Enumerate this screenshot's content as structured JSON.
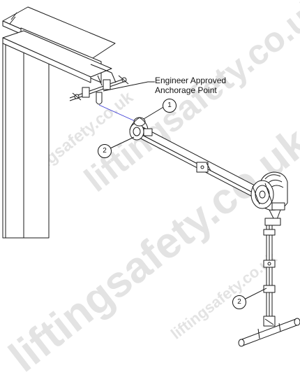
{
  "callout": {
    "line1": "Engineer Approved",
    "line2": "Anchorage Point"
  },
  "markers": {
    "m1": "1",
    "m2_top": "2",
    "m2_bottom": "2"
  },
  "watermarks": {
    "w1": "liftingsafety.co.uk",
    "w2": "liftingsafety.co.uk",
    "w3": "liftingsafety.co.uk",
    "w4": "liftingsafety.co.uk"
  },
  "colors": {
    "line": "#1a1a1a",
    "fill": "#ffffff",
    "lanyard": "#3b3bd6",
    "watermark": "#e3e3e3"
  }
}
